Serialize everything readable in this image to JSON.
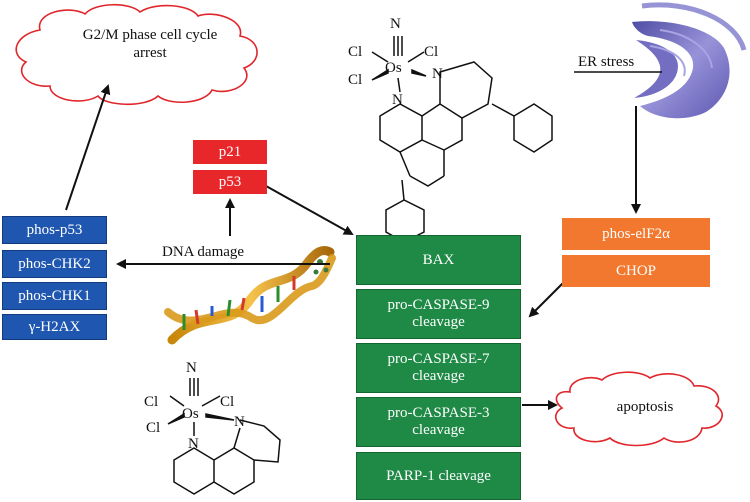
{
  "clouds": {
    "cell_cycle": "G2/M phase cell cycle arrest",
    "apoptosis": "apoptosis"
  },
  "labels": {
    "er_stress": "ER stress",
    "dna_damage": "DNA damage"
  },
  "red_boxes": [
    "p21",
    "p53"
  ],
  "blue_boxes": [
    "phos-p53",
    "phos-CHK2",
    "phos-CHK1",
    "γ-H2AX"
  ],
  "green_boxes": [
    "BAX",
    "pro-CASPASE-9 cleavage",
    "pro-CASPASE-7 cleavage",
    "pro-CASPASE-3 cleavage",
    "PARP-1 cleavage"
  ],
  "orange_boxes": [
    "phos-elF2α",
    "CHOP"
  ],
  "chem": {
    "n": "N",
    "cl": "Cl",
    "os": "Os"
  },
  "colors": {
    "red": "#e8272b",
    "blue": "#1f56b0",
    "green": "#1f8a46",
    "orange": "#f1782e",
    "cloud_outline": "#e0262b"
  }
}
